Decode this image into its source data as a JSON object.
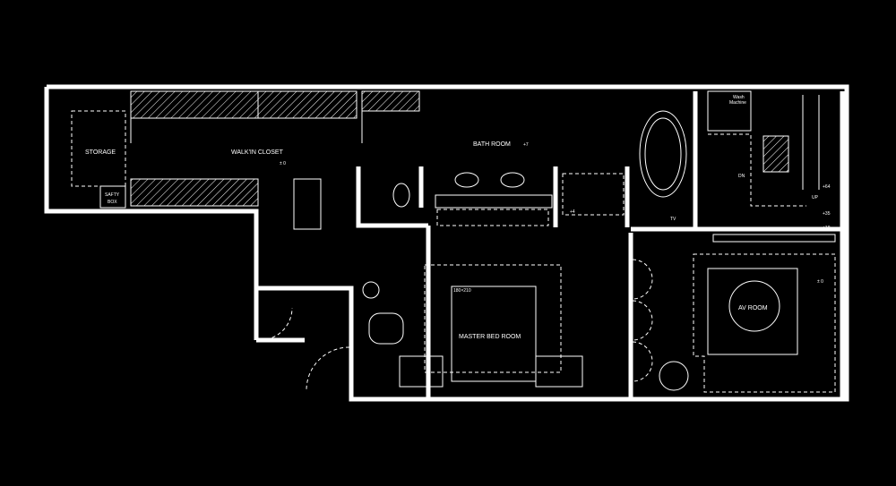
{
  "rooms": {
    "storage": "STORAGE",
    "walkin_closet": "WALK'IN CLOSET",
    "walkin_level": "± 0",
    "safety_box_line1": "SAFTY",
    "safety_box_line2": "BOX",
    "bathroom": "BATH ROOM",
    "bathroom_level": "+7",
    "master_bedroom": "MASTER BED ROOM",
    "bed_size": "180×210",
    "av_room": "AV ROOM",
    "wash_machine_line1": "Wash",
    "wash_machine_line2": "Machine",
    "dn": "DN",
    "up": "UP"
  },
  "level_marks": {
    "shower": "+4",
    "stair_1": "+64",
    "stair_2": "+35",
    "stair_3": "+18",
    "av_room": "± 0"
  },
  "fixtures": {
    "tv_label": "TV"
  },
  "colors": {
    "background": "#000000",
    "lines": "#ffffff"
  }
}
